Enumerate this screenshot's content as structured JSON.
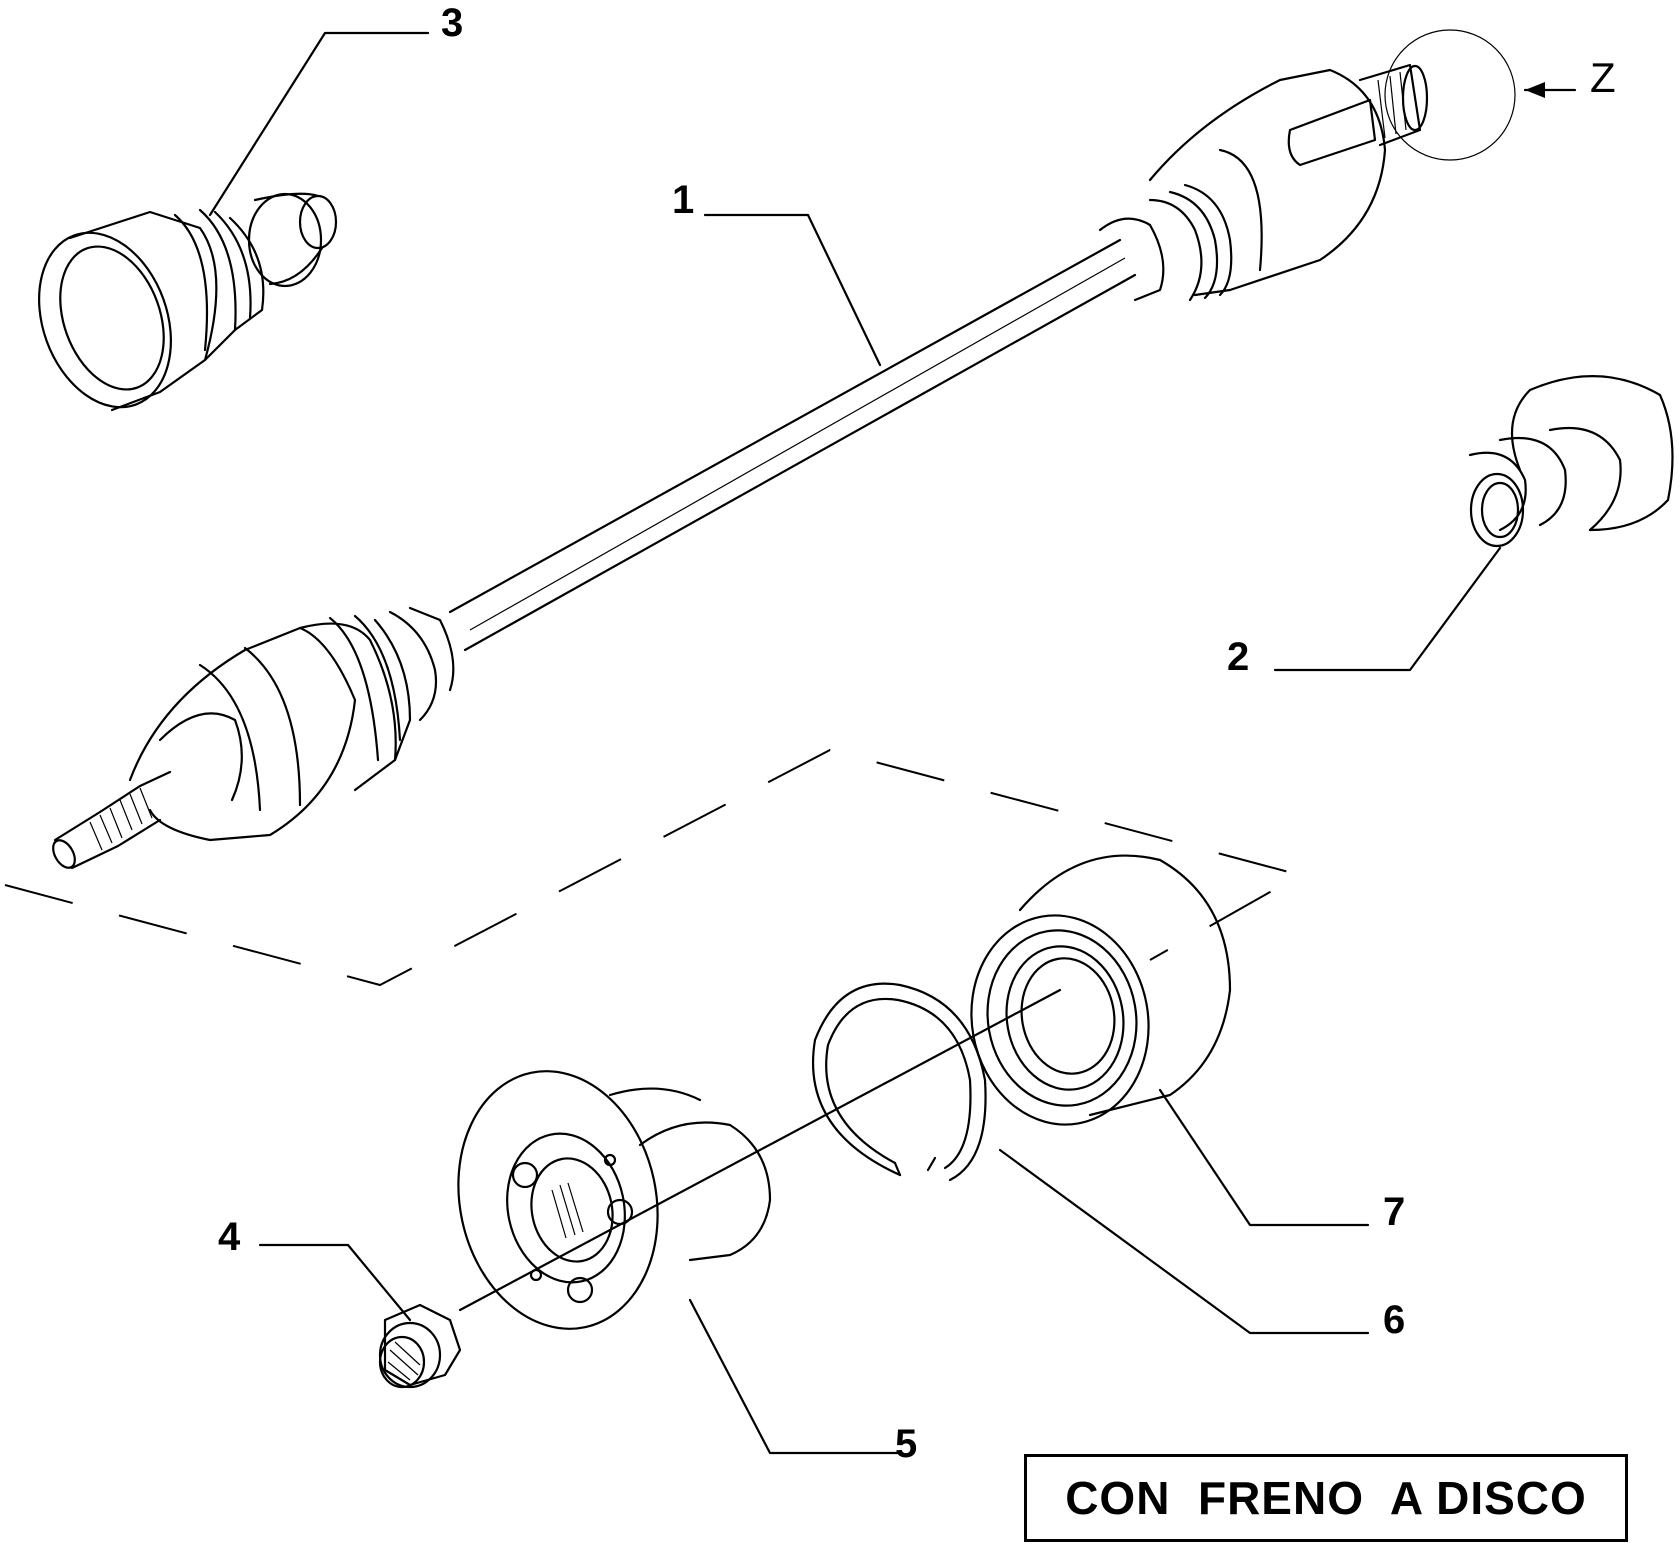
{
  "callouts": {
    "part1": "1",
    "part2": "2",
    "part3": "3",
    "part4": "4",
    "part5": "5",
    "part6": "6",
    "part7": "7",
    "detail_z": "Z"
  },
  "caption": "CON  FRENO  A DISCO",
  "colors": {
    "line": "#000000",
    "background": "#ffffff"
  }
}
